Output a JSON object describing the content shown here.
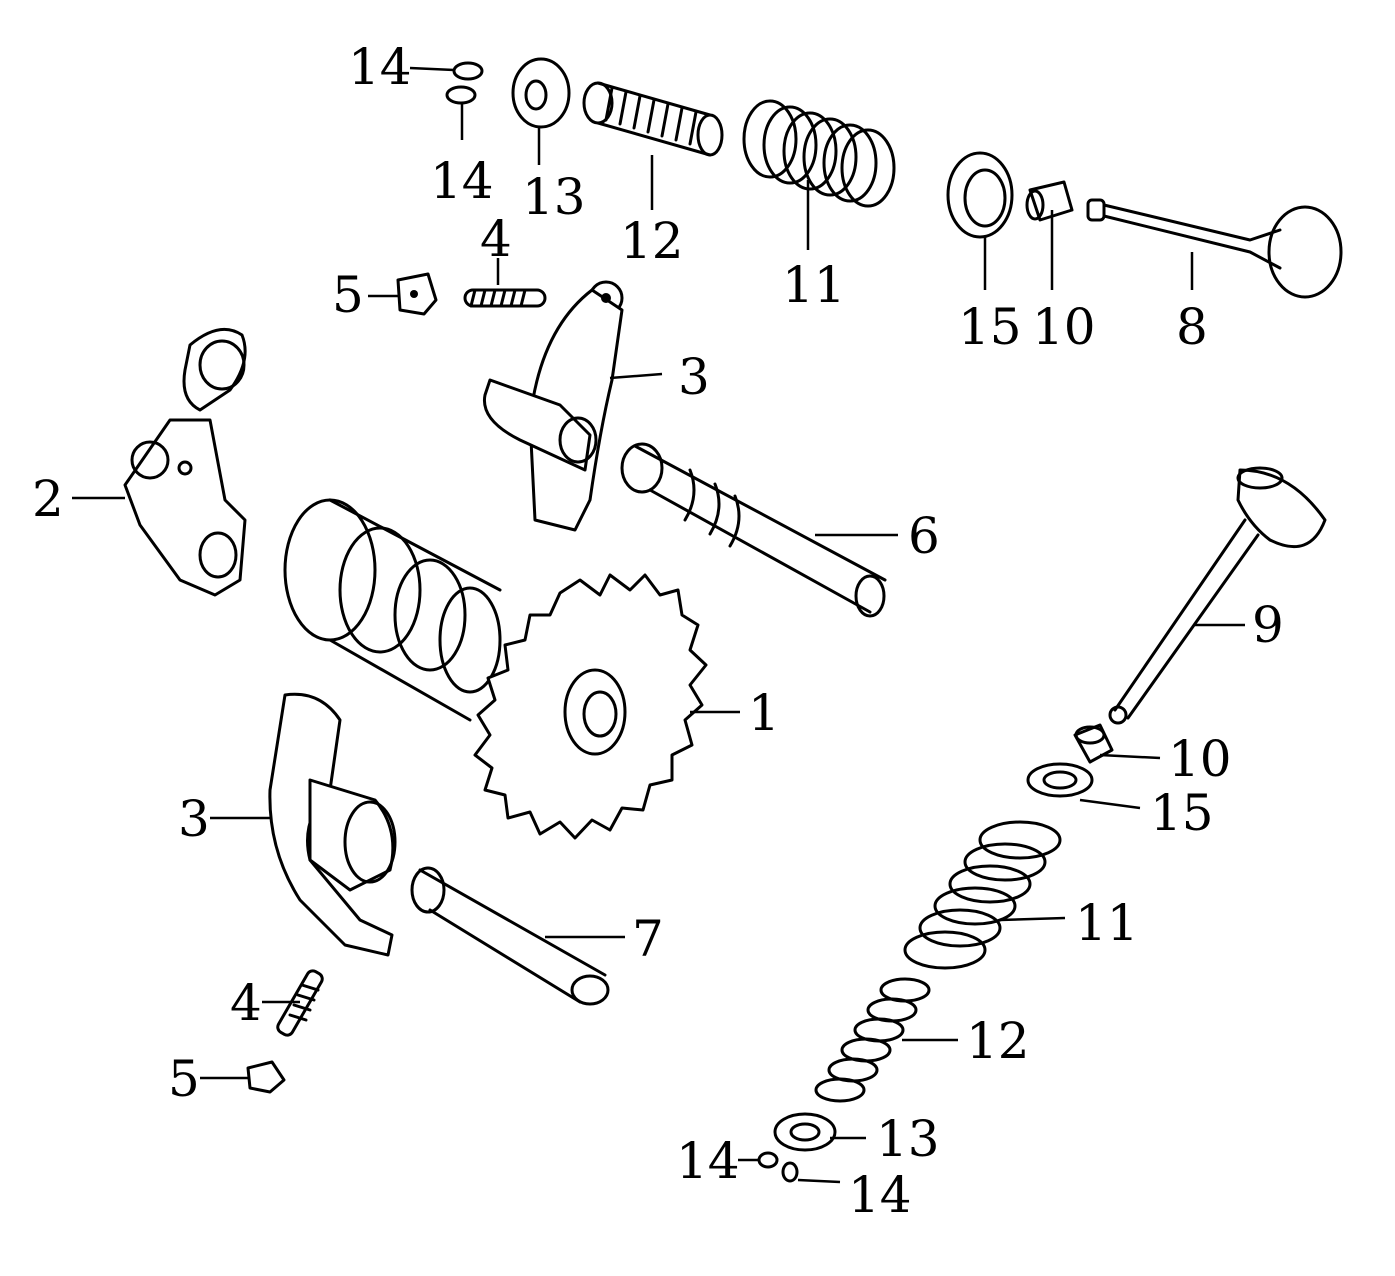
{
  "diagram": {
    "labels": [
      {
        "id": "l14a",
        "text": "14"
      },
      {
        "id": "l14b",
        "text": "14"
      },
      {
        "id": "l13a",
        "text": "13"
      },
      {
        "id": "l12a",
        "text": "12"
      },
      {
        "id": "l11a",
        "text": "11"
      },
      {
        "id": "l4a",
        "text": "4"
      },
      {
        "id": "l5a",
        "text": "5"
      },
      {
        "id": "l15a",
        "text": "15"
      },
      {
        "id": "l10a",
        "text": "10"
      },
      {
        "id": "l8",
        "text": "8"
      },
      {
        "id": "l3a",
        "text": "3"
      },
      {
        "id": "l2",
        "text": "2"
      },
      {
        "id": "l6",
        "text": "6"
      },
      {
        "id": "l9",
        "text": "9"
      },
      {
        "id": "l1",
        "text": "1"
      },
      {
        "id": "l10b",
        "text": "10"
      },
      {
        "id": "l15b",
        "text": "15"
      },
      {
        "id": "l3b",
        "text": "3"
      },
      {
        "id": "l11b",
        "text": "11"
      },
      {
        "id": "l7",
        "text": "7"
      },
      {
        "id": "l4b",
        "text": "4"
      },
      {
        "id": "l12b",
        "text": "12"
      },
      {
        "id": "l5b",
        "text": "5"
      },
      {
        "id": "l13b",
        "text": "13"
      },
      {
        "id": "l14c",
        "text": "14"
      },
      {
        "id": "l14d",
        "text": "14"
      }
    ]
  }
}
